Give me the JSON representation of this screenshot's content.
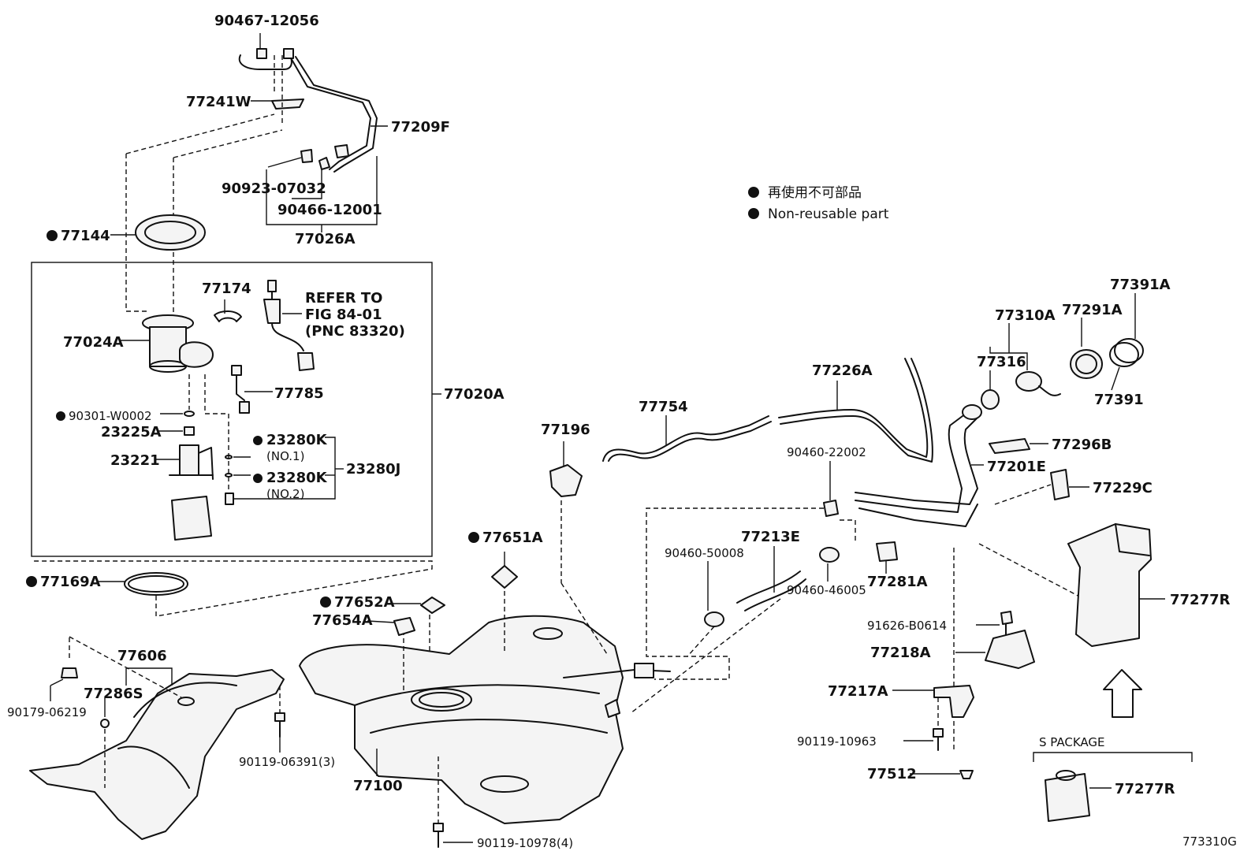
{
  "legend": {
    "line_jp": "再使用不可部品",
    "line_en": "Non-reusable part"
  },
  "labels": {
    "p90467_12056": "90467-12056",
    "p77241W": "77241W",
    "p77209F": "77209F",
    "p90923_07032": "90923-07032",
    "p90466_12001": "90466-12001",
    "p77026A": "77026A",
    "p77144": "77144",
    "p77174": "77174",
    "refer1": "REFER TO",
    "refer2": "FIG 84-01",
    "refer3": "(PNC 83320)",
    "p77024A": "77024A",
    "p77785": "77785",
    "p77020A": "77020A",
    "p90301_W0002": "90301-W0002",
    "p23225A": "23225A",
    "p23221": "23221",
    "p23280K_1": "23280K",
    "no1": "(NO.1)",
    "p23280K_2": "23280K",
    "no2": "(NO.2)",
    "p23280J": "23280J",
    "p77169A": "77169A",
    "p77651A": "77651A",
    "p77652A": "77652A",
    "p77654A": "77654A",
    "p77606": "77606",
    "p77286S": "77286S",
    "p90179_06219": "90179-06219",
    "p90119_06391": "90119-06391(3)",
    "p77100": "77100",
    "p90119_10978": "90119-10978(4)",
    "p77196": "77196",
    "p77754": "77754",
    "p77226A": "77226A",
    "p90460_22002": "90460-22002",
    "p77213E": "77213E",
    "p90460_50008": "90460-50008",
    "p90460_46005": "90460-46005",
    "p77281A": "77281A",
    "p77310A": "77310A",
    "p77316": "77316",
    "p77291A": "77291A",
    "p77391A": "77391A",
    "p77391": "77391",
    "p77296B": "77296B",
    "p77201E": "77201E",
    "p77229C": "77229C",
    "p77277R": "77277R",
    "p91626_B0614": "91626-B0614",
    "p77218A": "77218A",
    "p77217A": "77217A",
    "p90119_10963": "90119-10963",
    "p77512": "77512",
    "s_package": "S PACKAGE",
    "p77277R_2": "77277R",
    "figure_id": "773310G"
  }
}
